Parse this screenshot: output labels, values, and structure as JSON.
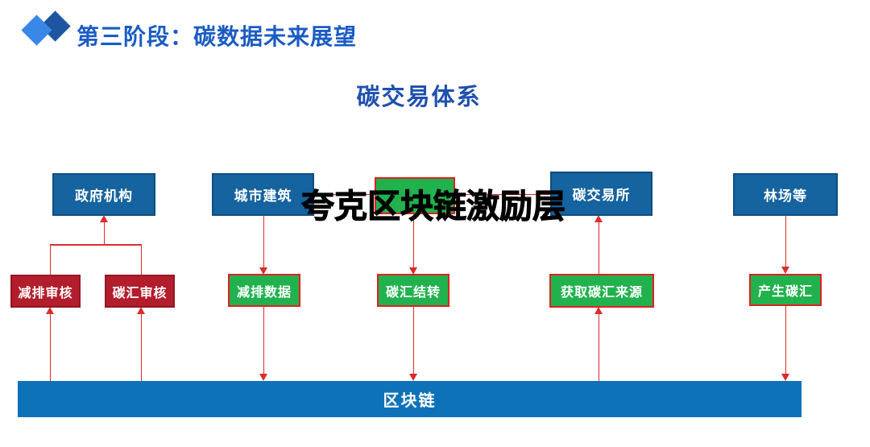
{
  "title": {
    "text": "第三阶段：碳数据未来展望"
  },
  "subtitle": "碳交易体系",
  "watermark": "夸克区块链激励层",
  "diagram": {
    "top_row": [
      {
        "label": "政府机构"
      },
      {
        "label": "城市建筑"
      },
      {
        "label": ""
      },
      {
        "label": "碳交易所"
      },
      {
        "label": "林场等"
      }
    ],
    "review_boxes": [
      {
        "label": "减排审核"
      },
      {
        "label": "碳汇审核"
      }
    ],
    "data_boxes": [
      {
        "label": "减排数据"
      },
      {
        "label": "碳汇结转"
      },
      {
        "label": "获取碳汇来源"
      },
      {
        "label": "产生碳汇"
      }
    ],
    "bottom_bar": {
      "label": "区块链"
    }
  },
  "colors": {
    "title_blue": "#1b5cc4",
    "subtitle_blue": "#1e50ae",
    "box_blue": "#15639f",
    "bar_blue": "#0e72b8",
    "box_red": "#b21e2c",
    "box_green": "#21b24e",
    "green_border_red": "#e02020",
    "connector_red": "#dd2c2c",
    "diamond_light": "#3a87e8",
    "diamond_dark": "#1d55a0",
    "watermark_black": "#000000"
  }
}
